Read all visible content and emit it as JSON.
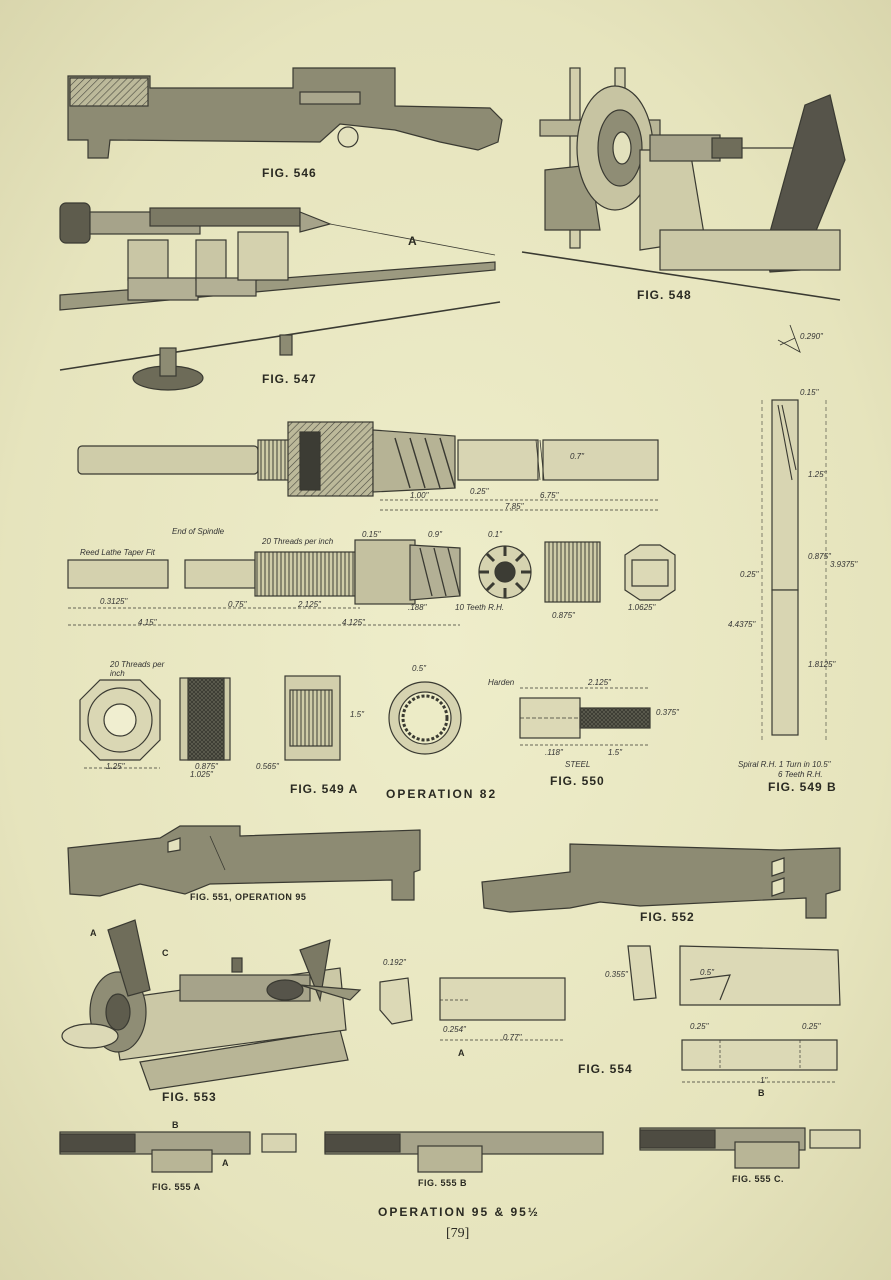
{
  "figures": {
    "f546": "FIG. 546",
    "f547": "FIG. 547",
    "f547_mark": "A",
    "f548": "FIG. 548",
    "f548_dim": "0.290\"",
    "f549a": "FIG. 549 A",
    "f549b": "FIG. 549 B",
    "f549b_note1": "Spiral R.H. 1 Turn in 10.5\"",
    "f549b_note2": "6 Teeth R.H.",
    "f550": "FIG. 550",
    "f550_material": "STEEL",
    "f550_harden": "Harden",
    "f551": "FIG. 551, OPERATION 95",
    "f552": "FIG. 552",
    "f553": "FIG. 553",
    "f553_mark_a": "A",
    "f553_mark_c": "C",
    "f554": "FIG. 554",
    "f554_mark_a": "A",
    "f554_mark_b": "B",
    "f555a": "FIG. 555 A",
    "f555a_mark_a": "A",
    "f555a_mark_b": "B",
    "f555b": "FIG. 555 B",
    "f555c": "FIG. 555 C."
  },
  "operations": {
    "op82": "OPERATION 82",
    "op95": "OPERATION 95 & 95½"
  },
  "dims_548": {
    "d100": "1.00\"",
    "d025": "0.25\"",
    "d675": "6.75\"",
    "d785": "7.85\"",
    "d07": "0.7\""
  },
  "dims_spindle": {
    "reed": "Reed Lathe Taper Fit",
    "end": "End of Spindle",
    "thread": "20 Threads per inch",
    "d3125": "0.3125\"",
    "d075": "0.75\"",
    "d2125": "2.125\"",
    "d415": "4.15\"",
    "d4125": "4.125\"",
    "d188": ".188\"",
    "teeth": "10 Teeth R.H.",
    "d10625": "1.0625\"",
    "d015": "0.15\"",
    "d09": "0.9\"",
    "d01": "0.1\"",
    "d0875": "0.875\""
  },
  "dims_549a": {
    "threads": "20 Threads per inch",
    "d125": "1.25\"",
    "d1025": "1.025\"",
    "d0875": "0.875\"",
    "d05": "0.5\"",
    "d15": "1.5\"",
    "d0565": "0.565\""
  },
  "dims_550": {
    "d2125": "2.125\"",
    "d118": ".118\"",
    "d15": "1.5\"",
    "d0375": "0.375\""
  },
  "dims_549b": {
    "d015": "0.15\"",
    "d125": "1.25\"",
    "d025": "0.25\"",
    "d0875": "0.875\"",
    "d39375": "3.9375\"",
    "d44375": "4.4375\"",
    "d18125": "1.8125\""
  },
  "dims_554": {
    "d0192": "0.192\"",
    "d0254": "0.254\"",
    "d077": "0.77\"",
    "d025a": "0.25\"",
    "d025b": "0.25\"",
    "d1": "1\"",
    "d05": "0.5\"",
    "d0355": "0.355\""
  },
  "page_number": "[79]"
}
